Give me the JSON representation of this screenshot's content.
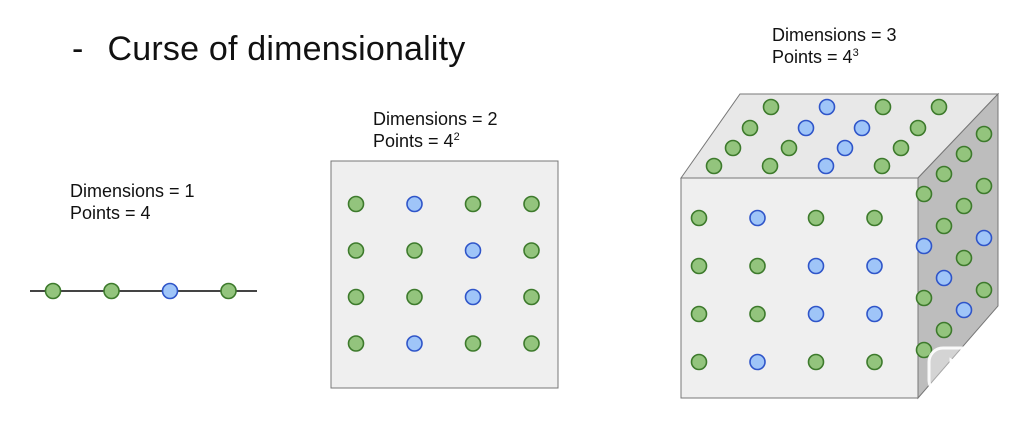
{
  "slide": {
    "bullet": "-",
    "title": "Curse of dimensionality"
  },
  "d1": {
    "dims": "Dimensions = 1",
    "points": "Points = 4",
    "dots": [
      "green",
      "green",
      "blue",
      "green"
    ]
  },
  "d2": {
    "dims": "Dimensions = 2",
    "points_prefix": "Points = 4",
    "exp": "2",
    "grid": [
      [
        "green",
        "blue",
        "green",
        "green"
      ],
      [
        "green",
        "green",
        "blue",
        "green"
      ],
      [
        "green",
        "green",
        "blue",
        "green"
      ],
      [
        "green",
        "blue",
        "green",
        "green"
      ]
    ]
  },
  "d3": {
    "dims": "Dimensions = 3",
    "points_prefix": "Points = 4",
    "exp": "3",
    "front": [
      [
        "green",
        "blue",
        "green",
        "green"
      ],
      [
        "green",
        "green",
        "blue",
        "blue"
      ],
      [
        "green",
        "green",
        "blue",
        "blue"
      ],
      [
        "green",
        "blue",
        "green",
        "green"
      ]
    ],
    "top": [
      [
        "green",
        "blue",
        "green",
        "green"
      ],
      [
        "green",
        "blue",
        "blue",
        "green"
      ],
      [
        "green",
        "green",
        "blue",
        "green"
      ],
      [
        "green",
        "green",
        "blue",
        "green"
      ]
    ],
    "side": [
      [
        "green",
        "green",
        "green",
        "green"
      ],
      [
        "green",
        "green",
        "green",
        "blue"
      ],
      [
        "blue",
        "green",
        "blue",
        "green"
      ],
      [
        "green",
        "blue",
        "green",
        "green"
      ]
    ]
  },
  "colors": {
    "green": "#93c47d",
    "green_stroke": "#3d7a2c",
    "blue": "#9fc5f8",
    "blue_stroke": "#2f55c9",
    "panel": "#efefef",
    "side": "#bdbdbd",
    "line": "#444444"
  }
}
